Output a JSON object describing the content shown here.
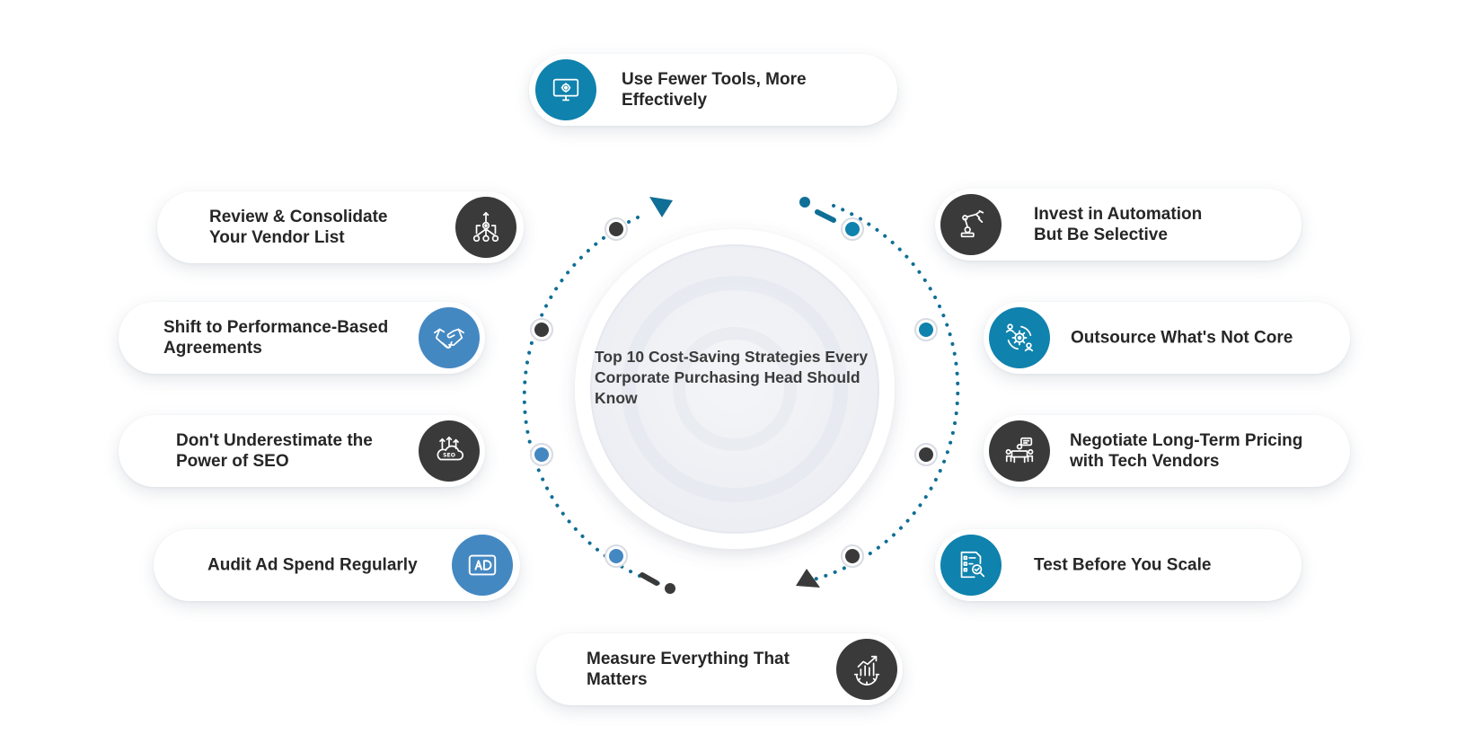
{
  "title": "Top 10 Cost-Saving Strategies Every Corporate Purchasing Head Should Know",
  "colors": {
    "teal": "#0f82ad",
    "dark": "#3a3a3a",
    "blue": "#4488c2"
  },
  "strategies": [
    {
      "label": "Use Fewer Tools, More Effectively",
      "icon": "monitor-gear-icon",
      "color": "teal"
    },
    {
      "label": "Invest in Automation But Be Selective",
      "icon": "robot-arm-icon",
      "color": "dark"
    },
    {
      "label": "Outsource What's Not Core",
      "icon": "people-gear-icon",
      "color": "teal"
    },
    {
      "label": "Negotiate Long-Term Pricing with Tech Vendors",
      "icon": "meeting-table-icon",
      "color": "dark"
    },
    {
      "label": "Test Before You Scale",
      "icon": "checklist-search-icon",
      "color": "teal"
    },
    {
      "label": "Measure Everything That Matters",
      "icon": "growth-chart-gear-icon",
      "color": "dark"
    },
    {
      "label": "Audit Ad Spend Regularly",
      "icon": "ad-screen-icon",
      "color": "blue"
    },
    {
      "label": "Don't Underestimate the Power of SEO",
      "icon": "seo-cloud-icon",
      "color": "dark"
    },
    {
      "label": "Shift to Performance-Based Agreements",
      "icon": "handshake-icon",
      "color": "blue"
    },
    {
      "label": "Review & Consolidate Your Vendor List",
      "icon": "hierarchy-gear-icon",
      "color": "dark"
    }
  ]
}
